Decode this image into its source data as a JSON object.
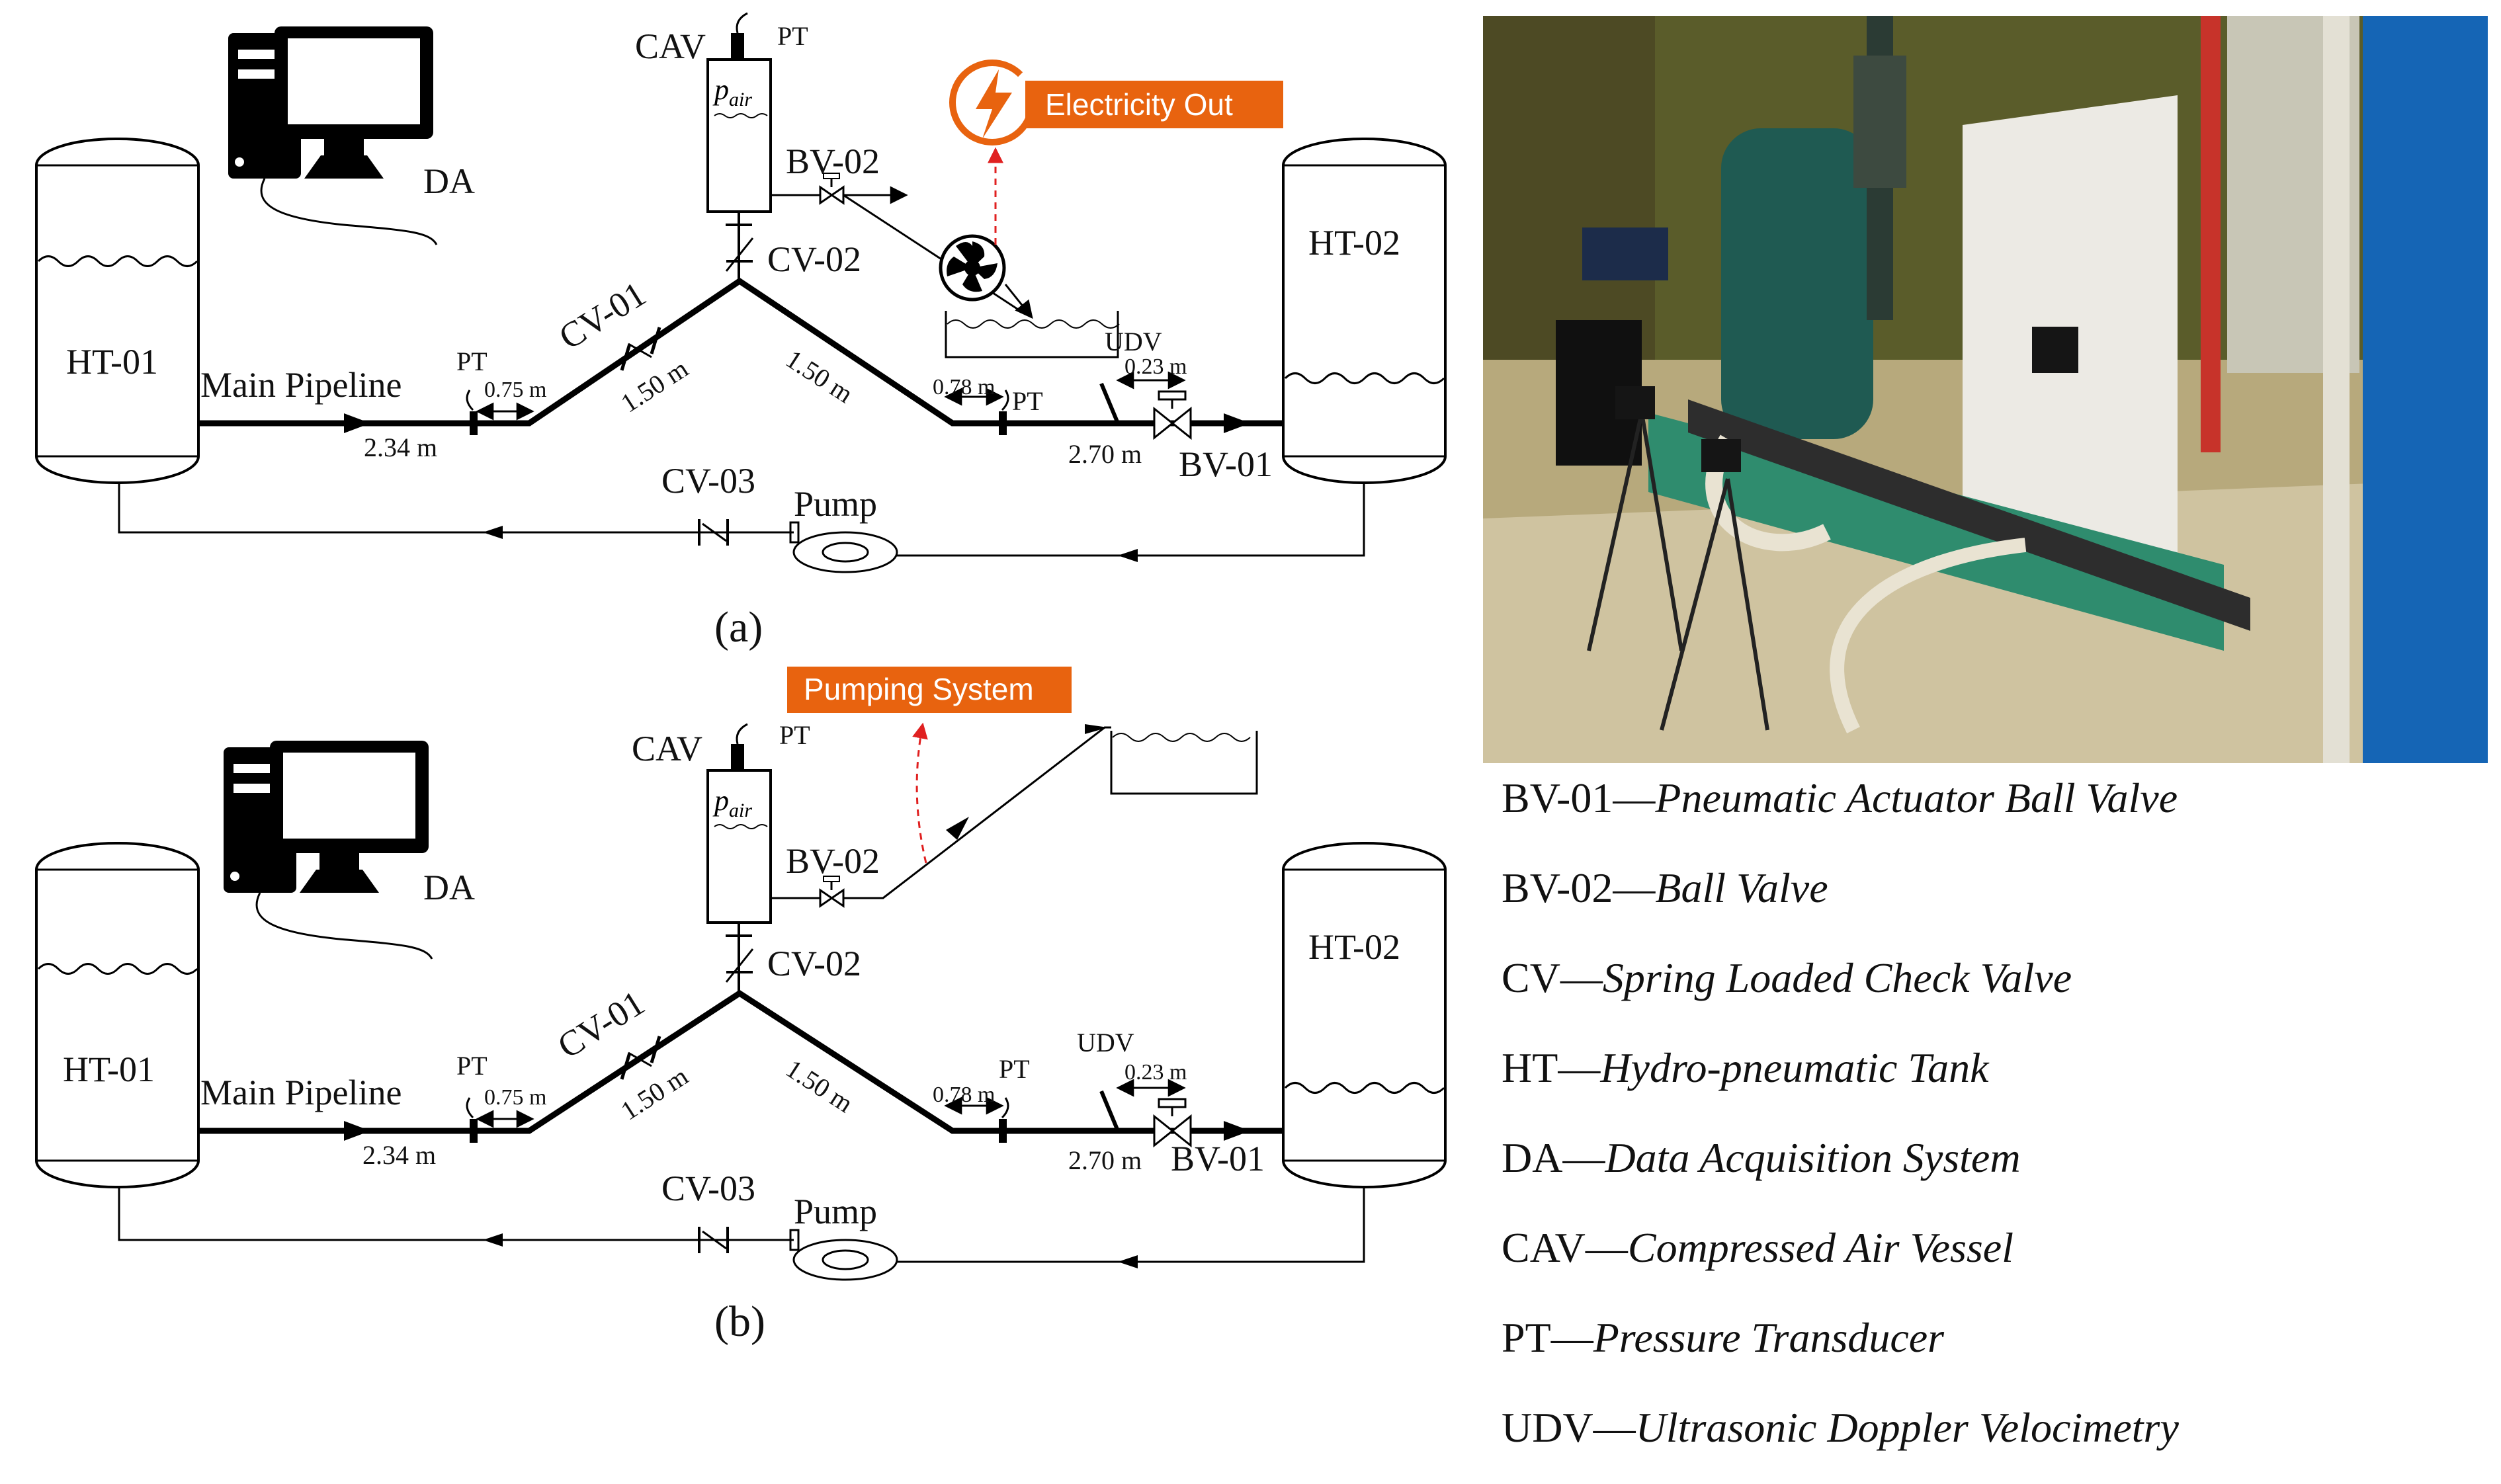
{
  "panel_a": {
    "caption": "(a)",
    "da_label": "DA",
    "cav_label": "CAV",
    "pt_cav": "PT",
    "pair": "p",
    "pair_sub": "air",
    "bv02": "BV-02",
    "cv02": "CV-02",
    "cv01": "CV-01",
    "cv03": "CV-03",
    "ht01": "HT-01",
    "ht02": "HT-02",
    "main_pipeline": "Main Pipeline",
    "pt_left": "PT",
    "pt_right": "PT",
    "udv": "UDV",
    "bv01": "BV-01",
    "pump": "Pump",
    "dims": {
      "d234": "2.34 m",
      "d075": "0.75 m",
      "d150a": "1.50 m",
      "d150b": "1.50 m",
      "d078": "0.78 m",
      "d023": "0.23 m",
      "d270": "2.70 m"
    },
    "tag": "Electricity Out",
    "tag_color": "#e8630f"
  },
  "panel_b": {
    "caption": "(b)",
    "da_label": "DA",
    "cav_label": "CAV",
    "pt_cav": "PT",
    "pair": "p",
    "pair_sub": "air",
    "bv02": "BV-02",
    "cv02": "CV-02",
    "cv01": "CV-01",
    "cv03": "CV-03",
    "ht01": "HT-01",
    "ht02": "HT-02",
    "main_pipeline": "Main Pipeline",
    "pt_left": "PT",
    "pt_right": "PT",
    "udv": "UDV",
    "bv01": "BV-01",
    "pump": "Pump",
    "dims": {
      "d234": "2.34 m",
      "d075": "0.75 m",
      "d150a": "1.50 m",
      "d150b": "1.50 m",
      "d078": "0.78 m",
      "d023": "0.23 m",
      "d270": "2.70 m"
    },
    "tag": "Pumping System",
    "tag_color": "#e8630f"
  },
  "legend": [
    {
      "abbr": "BV-01",
      "desc": "Pneumatic Actuator Ball Valve"
    },
    {
      "abbr": "BV-02",
      "desc": "Ball Valve"
    },
    {
      "abbr": "CV",
      "desc": "Spring Loaded Check Valve"
    },
    {
      "abbr": "HT",
      "desc": "Hydro-pneumatic Tank"
    },
    {
      "abbr": "DA",
      "desc": "Data Acquisition System"
    },
    {
      "abbr": "CAV",
      "desc": "Compressed Air Vessel"
    },
    {
      "abbr": "PT",
      "desc": "Pressure Transducer"
    },
    {
      "abbr": "UDV",
      "desc": "Ultrasonic Doppler Velocimetry"
    }
  ],
  "legend_separator": "—",
  "colors": {
    "accent": "#e8630f",
    "line": "#000000",
    "dashed_arrow": "#e02020"
  }
}
